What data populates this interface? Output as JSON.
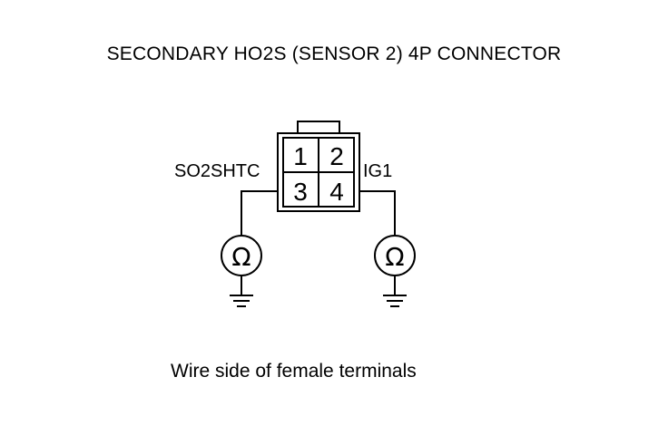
{
  "title": "SECONDARY HO2S (SENSOR 2) 4P CONNECTOR",
  "connector": {
    "pins": [
      "1",
      "2",
      "3",
      "4"
    ],
    "left_label": "SO2SHTC",
    "right_label": "IG1"
  },
  "meters": {
    "symbol": "Ω"
  },
  "icons": [
    "ohmmeter-icon",
    "ground-icon"
  ],
  "caption": "Wire side of female terminals"
}
